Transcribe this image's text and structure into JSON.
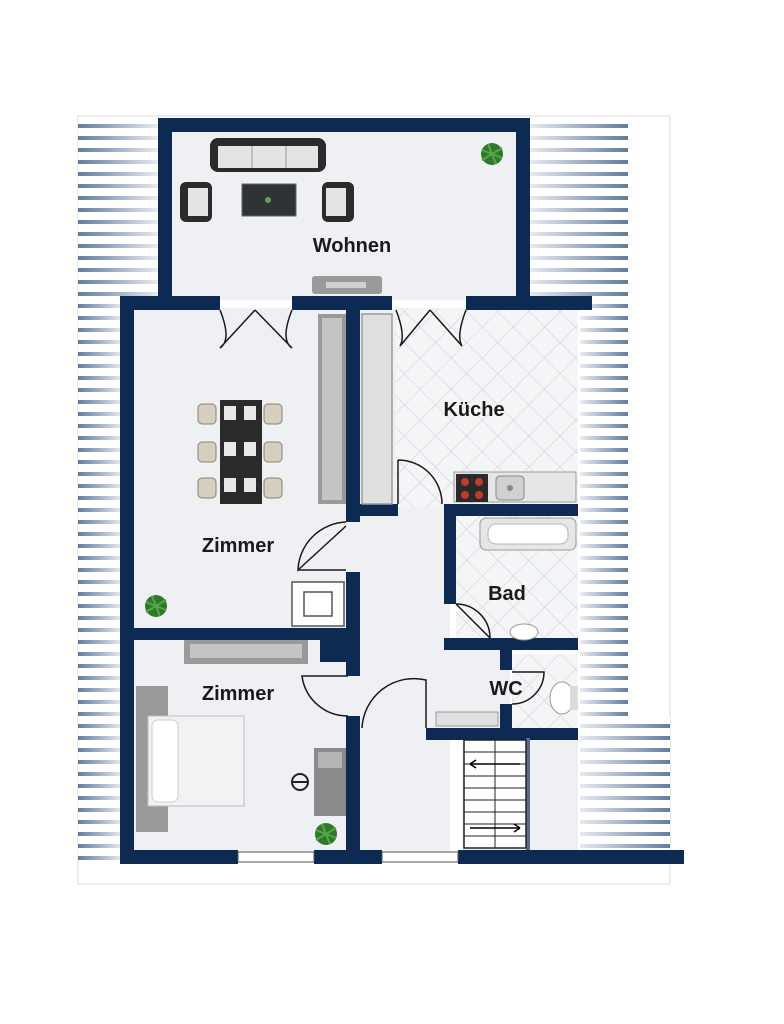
{
  "rooms": {
    "wohnen": "Wohnen",
    "kueche": "Küche",
    "zimmer_1": "Zimmer",
    "zimmer_2": "Zimmer",
    "bad": "Bad",
    "wc": "WC"
  },
  "colors": {
    "wall": "#0d2a52",
    "floor": "#eef0f4",
    "tile_floor": "#f4f5f7",
    "tile_line": "#c9ced6",
    "roof_slope": "#2d4f80",
    "furniture": "#8a8a8a",
    "plant": "#2f7a2a"
  },
  "icons": [
    "sofa-icon",
    "armchair-icon",
    "dining-table-icon",
    "bed-icon",
    "plant-icon",
    "bathtub-icon",
    "stove-icon",
    "sink-icon",
    "toilet-icon",
    "stairs-icon",
    "desk-icon",
    "chair-icon"
  ]
}
